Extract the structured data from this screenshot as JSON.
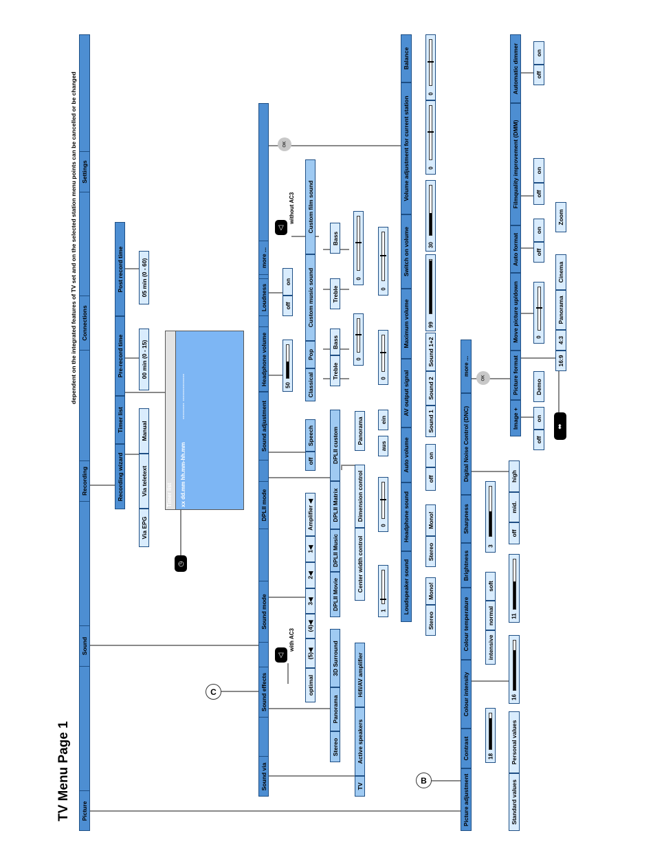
{
  "title": "TV Menu Page 1",
  "note": "dependent on the integrated features of TV set and on the selected station menu points can be cancelled or be changed",
  "topbar": {
    "picture": "Picture",
    "sound": "Sound",
    "recording": "Recording",
    "connections": "Connections",
    "settings": "Settings"
  },
  "recording": {
    "tabs": [
      "Recording wizard",
      "Timer list",
      "Pre-record time",
      "Post record time"
    ],
    "wizard_options": [
      "Via EPG",
      "Via teletext",
      "Manual"
    ],
    "pre_record": "00 min (0 - 15)",
    "post_record": "05 min (0 - 60)",
    "timer_window": {
      "title": "Timer list",
      "row": "xx  dd.mm  hh.mm-hh.mm",
      "dashes": "---------  ---------------"
    }
  },
  "sound": {
    "tabs": [
      "Sound via",
      "Sound effects",
      "Sound mode",
      "DPLII mode",
      "Sound adjustment",
      "Headphone volume",
      "Loudness",
      "more ..."
    ],
    "sound_via": [
      "TV",
      "Active speakers",
      "Hifi/AV amplifier"
    ],
    "sound_effects": [
      "Stereo",
      "Panorama",
      "3D Surround"
    ],
    "sound_effects_ac3": [
      "optimal",
      "(5)◀",
      "(4)◀",
      "3◀",
      "2◀",
      "1◀",
      "Amplifier ◀"
    ],
    "with_ac3": "with AC3",
    "without_ac3": "without AC3",
    "dpl_modes": [
      "DPLII Movie",
      "DPLII Music",
      "DPLII Matrix",
      "DPLII custom"
    ],
    "dpl_controls": [
      "Center width control",
      "Dimension control",
      "Panorama"
    ],
    "center_width_value": "1",
    "dimension_value": "0",
    "panorama_options": [
      "aus",
      "ein"
    ],
    "adjust_options": [
      "off",
      "Speech",
      "Classical",
      "Pop",
      "Custom music sound",
      "Custom film sound"
    ],
    "treble": "Treble",
    "bass": "Bass",
    "eq_value": "0",
    "headphone_value": "50",
    "loudness_options": [
      "off",
      "on"
    ]
  },
  "more_sound": {
    "tabs": [
      "Loudspeaker sound",
      "Headphone sound",
      "Auto volume",
      "AV output signal",
      "Maximum volume",
      "Switch on volume",
      "Volume adjustment for current station",
      "Balance"
    ],
    "loudspeaker": [
      "Stereo",
      "Mono!"
    ],
    "headphone": [
      "Stereo",
      "Mono!"
    ],
    "auto_volume": [
      "off",
      "on"
    ],
    "av_output": [
      "Sound 1",
      "Sound 2",
      "Sound 1+2"
    ],
    "max_volume": "99",
    "switch_on_volume": "30",
    "station_volume": "0",
    "balance": "0",
    "ok": "OK"
  },
  "picture": {
    "tabs": [
      "Picture adjustment",
      "Contrast",
      "Colour intensity",
      "Colour temperature",
      "Brightness",
      "Sharpness",
      "Digital Noise Control (DNC)",
      "more ..."
    ],
    "adjustment_options": [
      "Standard values",
      "Personal values"
    ],
    "contrast": "18",
    "colour_intensity": "16",
    "colour_temp": [
      "intensive",
      "normal",
      "soft"
    ],
    "brightness": "11",
    "sharpness": "3",
    "dnc": [
      "off",
      "mid.",
      "high"
    ]
  },
  "more_picture": {
    "tabs": [
      "Image +",
      "Picture format",
      "Move picture up/down",
      "Auto format",
      "Filmquality improvement (DMM)",
      "Automatic dimmer"
    ],
    "image_plus": [
      "off",
      "on",
      "Demo"
    ],
    "formats": [
      "16:9",
      "4:3",
      "Panorama",
      "Cinema",
      "Zoom"
    ],
    "move_value": "0",
    "auto_format": [
      "off",
      "on"
    ],
    "dmm": [
      "off",
      "on"
    ],
    "dimmer": [
      "off",
      "on"
    ],
    "ok": "OK"
  },
  "markers": {
    "b": "B",
    "c": "C"
  },
  "colors": {
    "dark": "#4d8ed2",
    "mid": "#9fcaf2",
    "light": "#d9ecfd",
    "line": "#888888"
  }
}
